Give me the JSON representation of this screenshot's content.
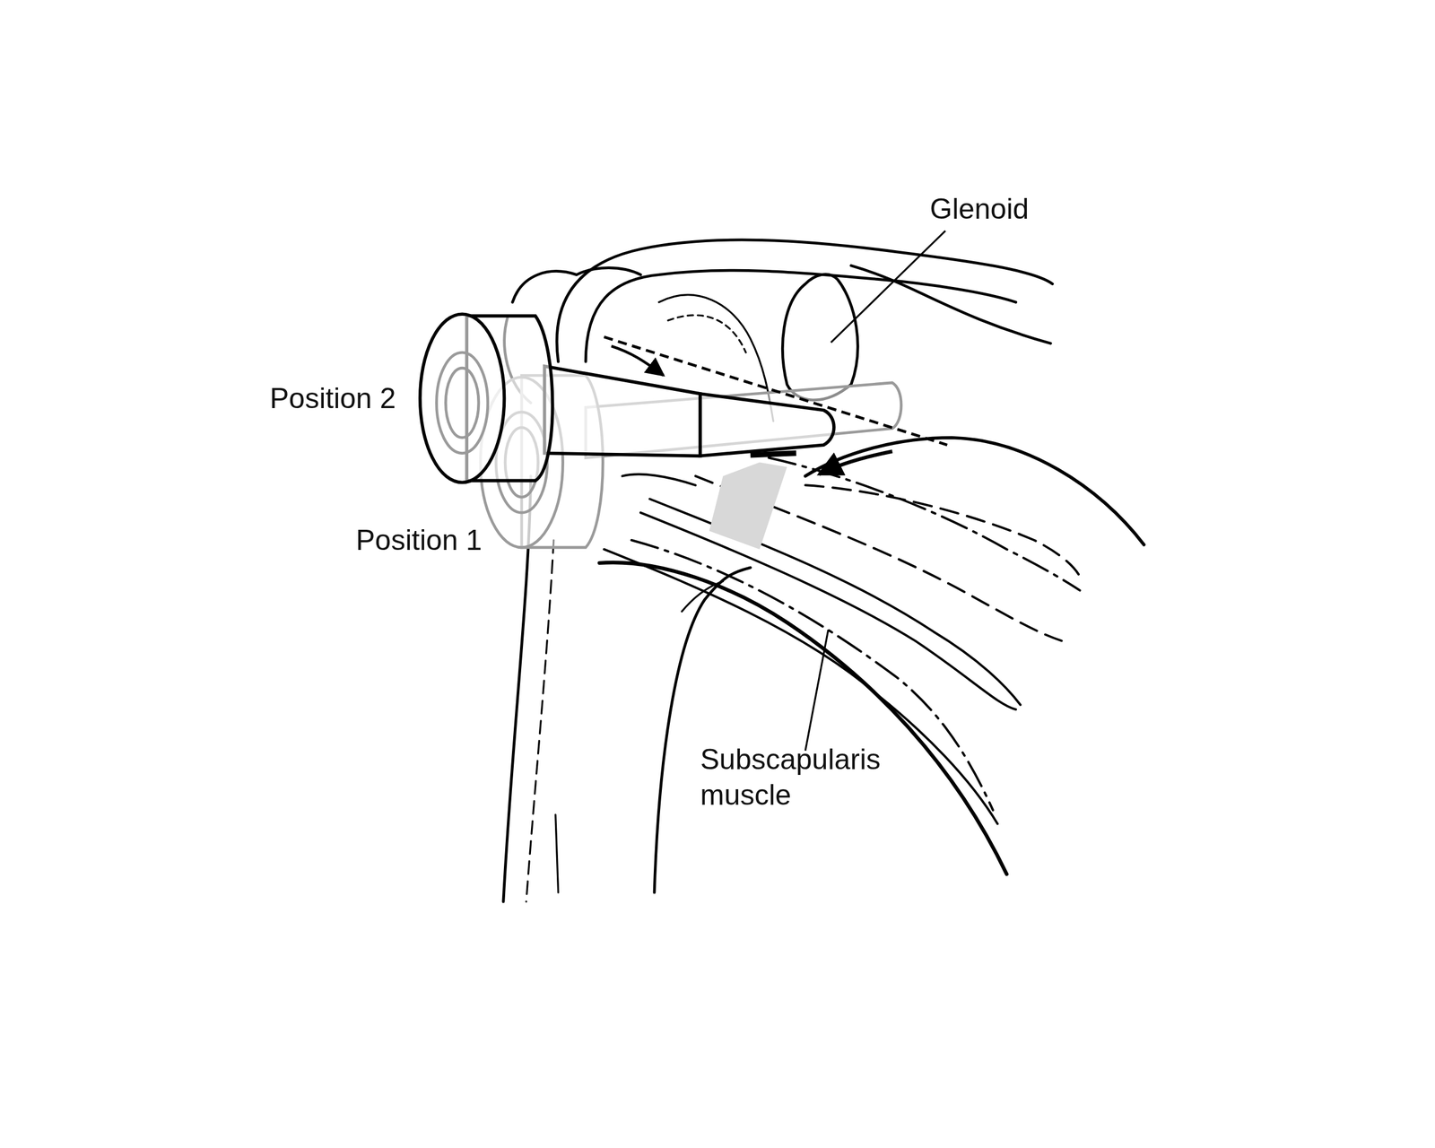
{
  "diagram": {
    "labels": [
      "Glenoid",
      "Position 2",
      "Position 1",
      "Subscapularis muscle"
    ]
  }
}
